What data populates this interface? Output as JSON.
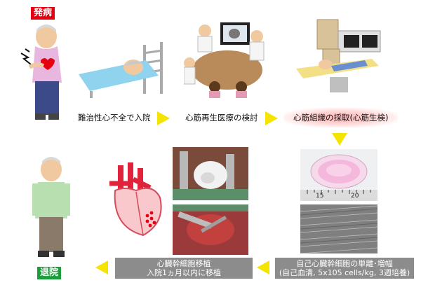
{
  "labels": {
    "onset": "発病",
    "discharge": "退院"
  },
  "steps": {
    "step1": "難治性心不全で入院",
    "step2": "心筋再生医療の検討",
    "step3": "心筋組織の採取(心筋生検)",
    "step4_line1": "自己心臓幹細胞の単離･増幅",
    "step4_line2": "(自己血清, 5x105 cells/kg, 3週培養)",
    "step5_line1": "心臓幹細胞移植",
    "step5_line2": "入院1ヵ月以内に移植"
  },
  "dish_ruler": {
    "tick_a": "15",
    "tick_b": "20"
  },
  "colors": {
    "arrow": "#f5e400",
    "onset_tag": "#e60012",
    "discharge_tag": "#1a9e3a",
    "caption_box": "#8c8c8c",
    "highlight_glow": "#ffb3b3"
  },
  "icons": [
    "sick-man-icon",
    "hospital-bed-icon",
    "doctors-meeting-icon",
    "mri-scanner-icon",
    "petri-dish-icon",
    "cell-culture-icon",
    "heart-illustration-icon",
    "surgery-photo-icon",
    "healthy-man-icon",
    "arrow-right-icon",
    "arrow-down-icon",
    "arrow-left-icon"
  ]
}
